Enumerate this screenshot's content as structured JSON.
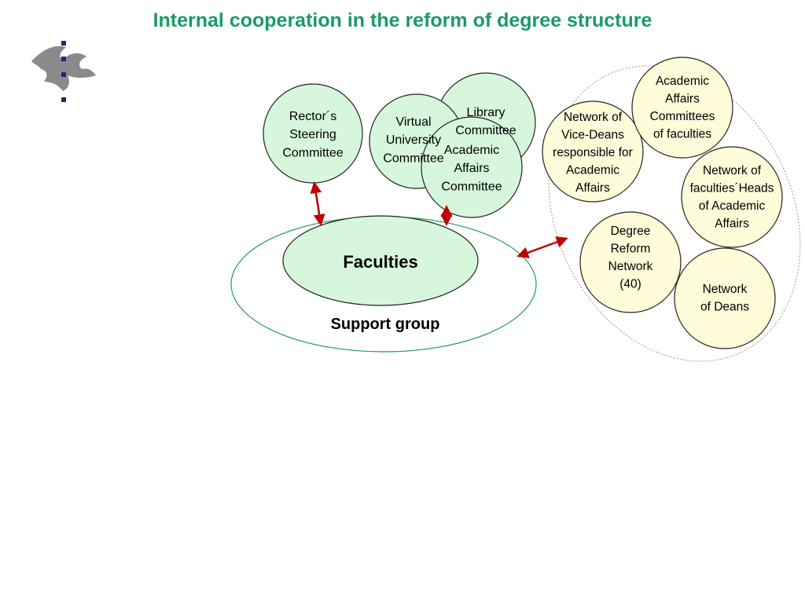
{
  "title": "Internal cooperation in the reform of degree structure",
  "colors": {
    "title": "#1a9b63",
    "green_fill": "#d6f7dc",
    "yellow_fill": "#fefcd9",
    "node_stroke": "#222222",
    "support_stroke": "#1a9b63",
    "arrow": "#c00000",
    "logo_fill": "#8a8a8a",
    "logo_dots": "#1c2a78",
    "network_outline": "#999999"
  },
  "logo": {
    "icon": "flame-logo-icon"
  },
  "nodes": {
    "rectors_committee": [
      "Rector´s",
      "Steering",
      "Committee"
    ],
    "library_committee": [
      "Library",
      "Committee"
    ],
    "virtual_university_committee": [
      "Virtual",
      "University",
      "Committee"
    ],
    "academic_affairs_committee": [
      "Academic",
      "Affairs",
      "Committee"
    ],
    "faculties": [
      "Faculties"
    ],
    "support_group": [
      "Support group"
    ],
    "network_vice_deans": [
      "Network of",
      "Vice-Deans",
      "responsible for",
      "Academic",
      "Affairs"
    ],
    "academic_affairs_committees_faculties": [
      "Academic",
      "Affairs",
      "Committees",
      "of faculties"
    ],
    "network_heads_academic_affairs": [
      "Network of",
      "faculties´Heads",
      "of Academic",
      "Affairs"
    ],
    "degree_reform_network": [
      "Degree",
      "Reform",
      "Network",
      "(40)"
    ],
    "network_of_deans": [
      "Network",
      "of Deans"
    ]
  }
}
